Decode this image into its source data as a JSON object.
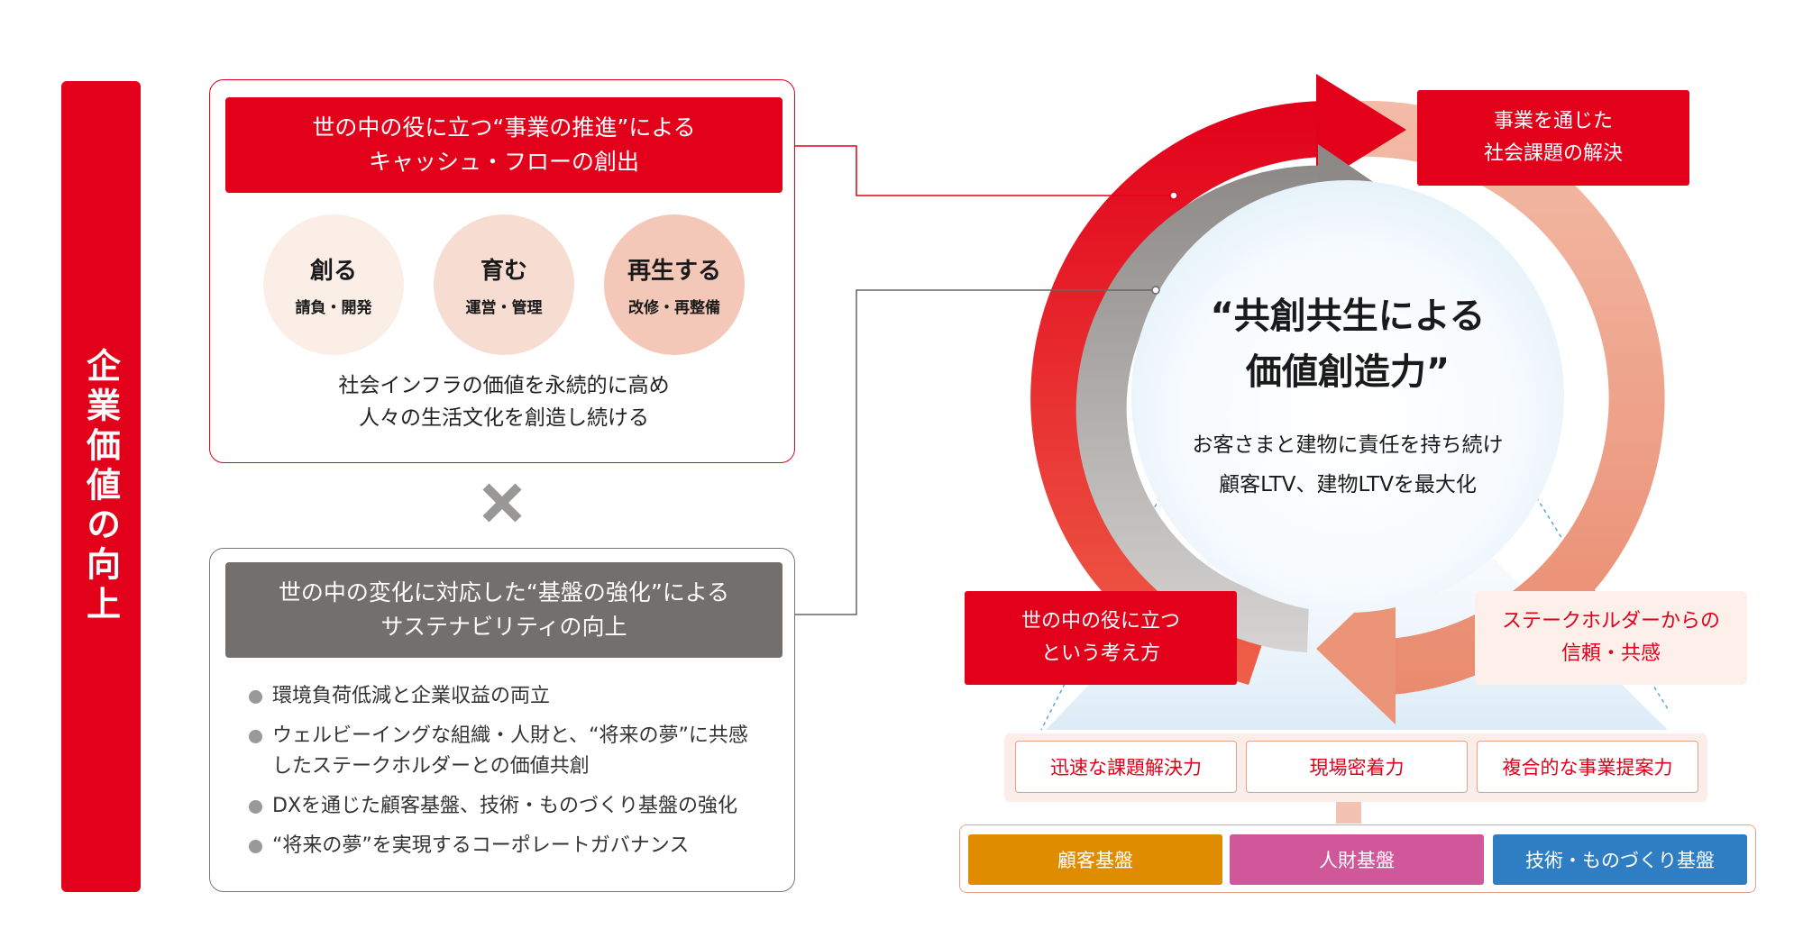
{
  "colors": {
    "brand_red": "#e2001a",
    "gray_header": "#726f6c",
    "base_customer": "#e08c00",
    "base_people": "#d0579a",
    "base_tech": "#2f7ec4"
  },
  "left_band": {
    "label": "企業価値の向上"
  },
  "business_panel": {
    "header_line1": "世の中の役に立つ“事業の推進”による",
    "header_line2": "キャッシュ・フローの創出",
    "circles": [
      {
        "title": "創る",
        "sub": "請負・開発"
      },
      {
        "title": "育む",
        "sub": "運営・管理"
      },
      {
        "title": "再生する",
        "sub": "改修・再整備"
      }
    ],
    "caption_line1": "社会インフラの価値を永続的に高め",
    "caption_line2": "人々の生活文化を創造し続ける"
  },
  "cross_icon": "multiply-icon",
  "foundation_panel": {
    "header_line1": "世の中の変化に対応した“基盤の強化”による",
    "header_line2": "サステナビリティの向上",
    "bullets": [
      "環境負荷低減と企業収益の両立",
      "ウェルビーイングな組織・人財と、“将来の夢”に共感\nしたステークホルダーとの価値共創",
      "DXを通じた顧客基盤、技術・ものづくり基盤の強化",
      "“将来の夢”を実現するコーポレートガバナンス"
    ]
  },
  "cycle": {
    "title_line1": "“共創共生による",
    "title_line2": "価値創造力”",
    "sub_line1": "お客さまと建物に責任を持ち続け",
    "sub_line2": "顧客LTV、建物LTVを最大化",
    "solution_line1": "事業を通じた",
    "solution_line2": "社会課題の解決",
    "think_line1": "世の中の役に立つ",
    "think_line2": "という考え方",
    "stake_line1": "ステークホルダーからの",
    "stake_line2": "信頼・共感"
  },
  "capabilities": [
    "迅速な課題解決力",
    "現場密着力",
    "複合的な事業提案力"
  ],
  "bases": [
    "顧客基盤",
    "人財基盤",
    "技術・ものづくり基盤"
  ]
}
